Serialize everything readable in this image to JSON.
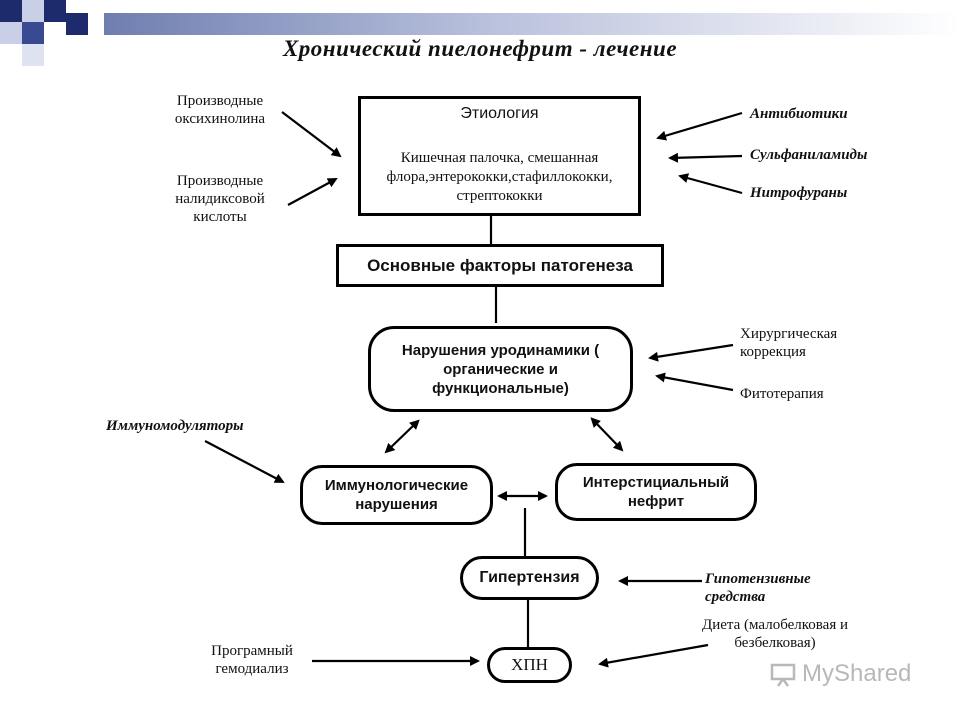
{
  "title": "Хронический пиелонефрит - лечение",
  "etiology": {
    "heading": "Этиология",
    "body": "Кишечная палочка, смешанная флора,энтерококки,стафиллококки, стрептококки"
  },
  "pathogenesis": "Основные факторы патогенеза",
  "urodynamics": "Нарушения уродинамики ( органические и функциональные)",
  "immunological": "Иммунологические нарушения",
  "interstitial": "Интерстициальный нефрит",
  "hypertension": "Гипертензия",
  "ckd": "ХПН",
  "left_labels": {
    "oxyquinoline": "Производные оксихинолина",
    "nalidixic": "Производные налидиксовой кислоты",
    "immunomodulators": "Иммуномодуляторы",
    "hemodialysis": "Програмный гемодиализ"
  },
  "right_labels": {
    "antibiotics": "Антибиотики",
    "sulfonamides": "Сульфаниламиды",
    "nitrofurans": "Нитрофураны",
    "surgery": "Хирургическая коррекция",
    "phytotherapy": "Фитотерапия",
    "antihypertensive": "Гипотензивные средства",
    "diet": "Диета (малобелковая и безбелковая)"
  },
  "watermark": "MyShared"
}
